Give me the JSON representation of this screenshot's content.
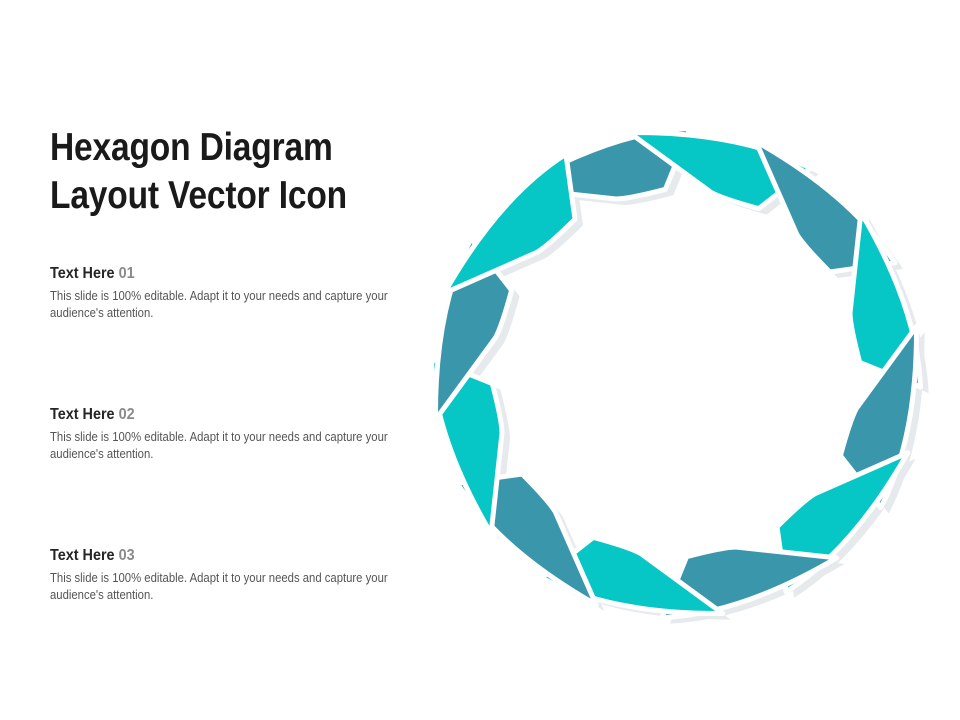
{
  "title": {
    "line1": "Hexagon Diagram",
    "line2": "Layout Vector Icon"
  },
  "items": [
    {
      "label": "Text Here",
      "number": "01",
      "description": "This slide is 100% editable. Adapt it to your needs and capture your audience's attention."
    },
    {
      "label": "Text Here",
      "number": "02",
      "description": "This slide is 100% editable. Adapt it to your needs and capture your audience's attention."
    },
    {
      "label": "Text Here",
      "number": "03",
      "description": "This slide is 100% editable. Adapt it to your needs and capture your audience's attention."
    }
  ],
  "colors": {
    "dark_teal": "#3a96aa",
    "cyan": "#06c6c6",
    "shadow": "#e6eaed"
  }
}
